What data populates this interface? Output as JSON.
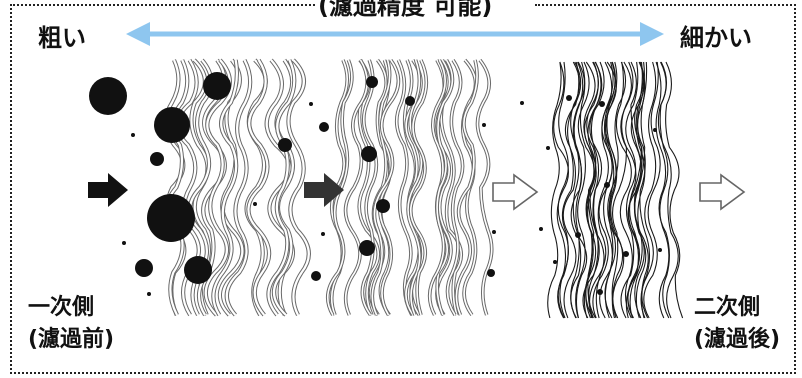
{
  "title": "(濾過精度 可能)",
  "gradient": {
    "left_label": "粗い",
    "right_label": "細かい",
    "arrow_color": "#8ec6ef"
  },
  "side_labels": {
    "primary": {
      "line1": "一次側",
      "line2": "(濾過前)"
    },
    "secondary": {
      "line1": "二次側",
      "line2": "(濾過後)"
    }
  },
  "colors": {
    "fiber": "#6a6a6a",
    "fiber_dark": "#1a1a1a",
    "particle": "#111111",
    "frame": "#222222"
  },
  "flow_arrows": [
    "filled",
    "filled",
    "outline",
    "outline"
  ]
}
